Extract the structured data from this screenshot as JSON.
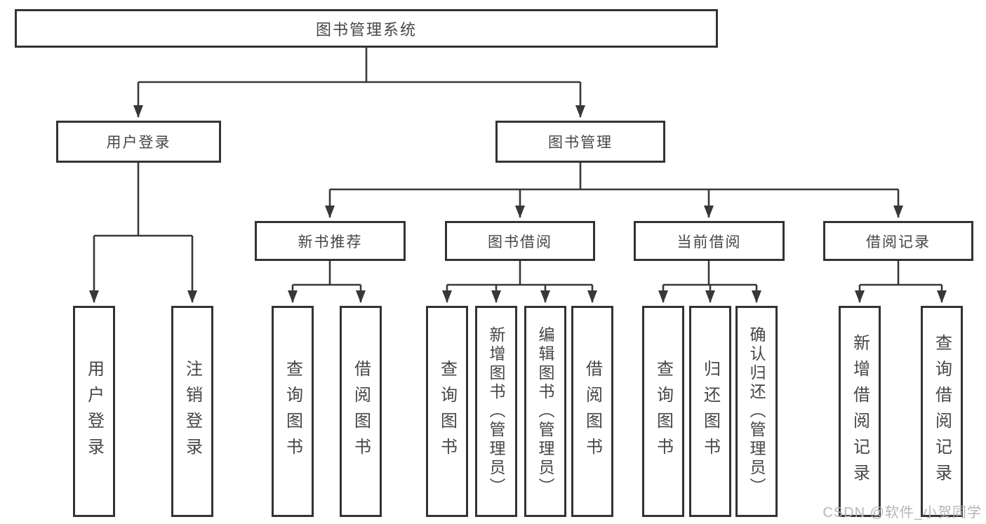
{
  "colors": {
    "border": "#333333",
    "line": "#383838",
    "text": "#464646",
    "background": "#ffffff",
    "watermark": "#b2b2b2"
  },
  "watermark": {
    "text": "CSDN @软件_小贺同学"
  },
  "tree": {
    "root": {
      "label": "图书管理系统"
    },
    "branches": [
      {
        "label": "用户登录",
        "children": [
          "用户登录",
          "注销登录"
        ]
      },
      {
        "label": "图书管理",
        "groups": [
          {
            "label": "新书推荐",
            "children": [
              "查询图书",
              "借阅图书"
            ]
          },
          {
            "label": "图书借阅",
            "children": [
              "查询图书",
              "新增图书（管理员）",
              "编辑图书（管理员）",
              "借阅图书"
            ]
          },
          {
            "label": "当前借阅",
            "children": [
              "查询图书",
              "归还图书",
              "确认归还（管理员）"
            ]
          },
          {
            "label": "借阅记录",
            "children": [
              "新增借阅记录",
              "查询借阅记录"
            ]
          }
        ]
      }
    ]
  }
}
